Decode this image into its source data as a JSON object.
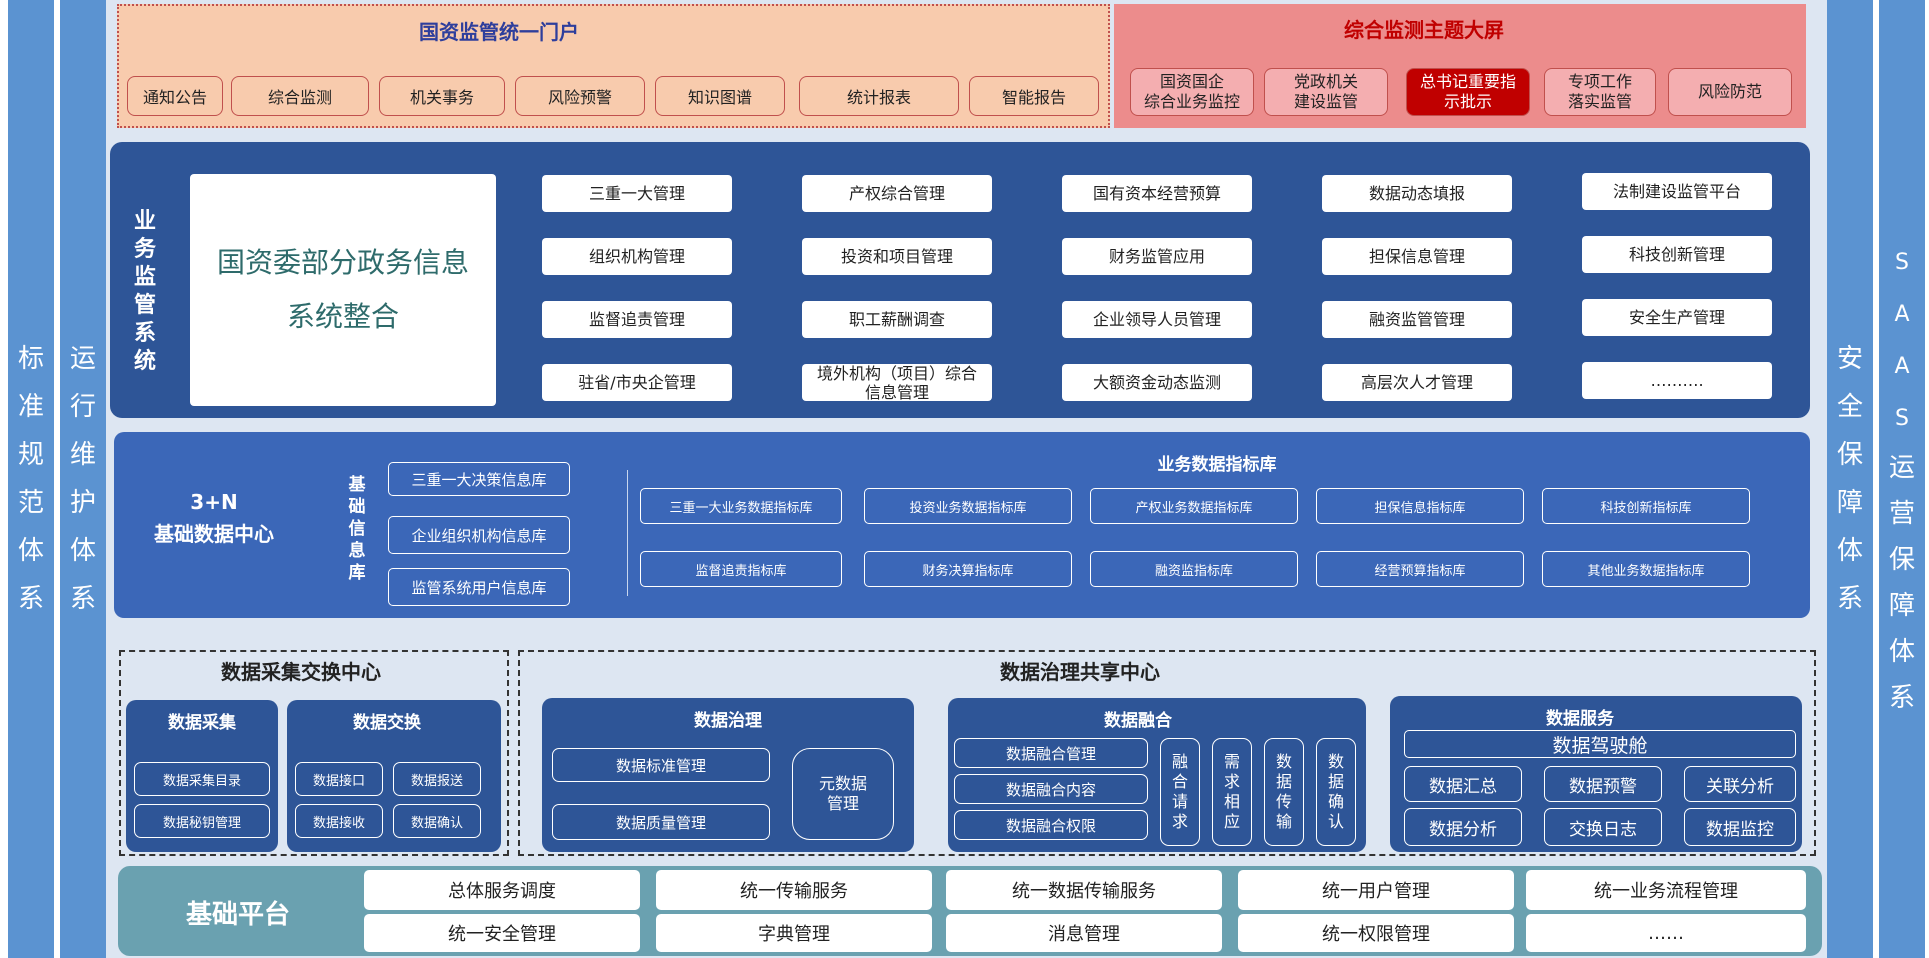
{
  "left_cols": [
    {
      "text": [
        "标",
        "准",
        "规",
        "范",
        "体",
        "系"
      ]
    },
    {
      "text": [
        "运",
        "行",
        "维",
        "护",
        "体",
        "系"
      ]
    }
  ],
  "right_cols": [
    {
      "text": [
        "安",
        "全",
        "保",
        "障",
        "体",
        "系"
      ]
    },
    {
      "text": [
        "S",
        "A",
        "A",
        "S",
        "运",
        "营",
        "保",
        "障",
        "体",
        "系"
      ]
    }
  ],
  "portal": {
    "title": "国资监管统一门户",
    "items": [
      "通知公告",
      "综合监测",
      "机关事务",
      "风险预警",
      "知识图谱",
      "统计报表",
      "智能报告"
    ]
  },
  "screen": {
    "title": "综合监测主题大屏",
    "items": [
      {
        "l1": "国资国企",
        "l2": "综合业务监控"
      },
      {
        "l1": "党政机关",
        "l2": "建设监管"
      },
      {
        "l1": "总书记重要指",
        "l2": "示批示"
      },
      {
        "l1": "专项工作",
        "l2": "落实监管"
      },
      {
        "l1": "风险防范",
        "l2": ""
      }
    ]
  },
  "biz": {
    "side": [
      "业",
      "务",
      "监",
      "管",
      "系",
      "统"
    ],
    "main_l1": "国资委部分政务信息",
    "main_l2": "系统整合",
    "grid": [
      [
        "三重一大管理",
        "组织机构管理",
        "监督追责管理",
        "驻省/市央企管理"
      ],
      [
        "产权综合管理",
        "投资和项目管理",
        "职工薪酬调查",
        "境外机构（项目）综合信息管理"
      ],
      [
        "国有资本经营预算",
        "财务监管应用",
        "企业领导人员管理",
        "大额资金动态监测"
      ],
      [
        "数据动态填报",
        "担保信息管理",
        "融资监管管理",
        "高层次人才管理"
      ],
      [
        "法制建设监管平台",
        "科技创新管理",
        "安全生产管理",
        "………."
      ]
    ]
  },
  "dc": {
    "title_l1": "3+N",
    "title_l2": "基础数据中心",
    "lib_label": [
      "基",
      "础",
      "信",
      "息",
      "库"
    ],
    "libs": [
      "三重一大决策信息库",
      "企业组织机构信息库",
      "监管系统用户信息库"
    ],
    "index_title": "业务数据指标库",
    "indices": [
      [
        "三重一大业务数据指标库",
        "投资业务数据指标库",
        "产权业务数据指标库",
        "担保信息指标库",
        "科技创新指标库"
      ],
      [
        "监督追责指标库",
        "财务决算指标库",
        "融资监指标库",
        "经营预算指标库",
        "其他业务数据指标库"
      ]
    ]
  },
  "collect": {
    "title": "数据采集交换中心",
    "caiji": {
      "title": "数据采集",
      "items": [
        "数据采集目录",
        "数据秘钥管理"
      ]
    },
    "jiaohuan": {
      "title": "数据交换",
      "items": [
        "数据接口",
        "数据报送",
        "数据接收",
        "数据确认"
      ]
    }
  },
  "govern_center": {
    "title": "数据治理共享中心",
    "zhili": {
      "title": "数据治理",
      "items": [
        "数据标准管理",
        "数据质量管理"
      ],
      "meta_l1": "元数据",
      "meta_l2": "管理"
    },
    "ronghe": {
      "title": "数据融合",
      "items": [
        "数据融合管理",
        "数据融合内容",
        "数据融合权限"
      ],
      "vitems": [
        [
          "融",
          "合",
          "请",
          "求"
        ],
        [
          "需",
          "求",
          "相",
          "应"
        ],
        [
          "数",
          "据",
          "传",
          "输"
        ],
        [
          "数",
          "据",
          "确",
          "认"
        ]
      ]
    },
    "fuwu": {
      "title": "数据服务",
      "cockpit": "数据驾驶舱",
      "items": [
        "数据汇总",
        "数据预警",
        "关联分析",
        "数据分析",
        "交换日志",
        "数据监控"
      ]
    }
  },
  "base": {
    "title": "基础平台",
    "row1": [
      "总体服务调度",
      "统一传输服务",
      "统一数据传输服务",
      "统一用户管理",
      "统一业务流程管理"
    ],
    "row2": [
      "统一安全管理",
      "字典管理",
      "消息管理",
      "统一权限管理",
      "……"
    ]
  }
}
